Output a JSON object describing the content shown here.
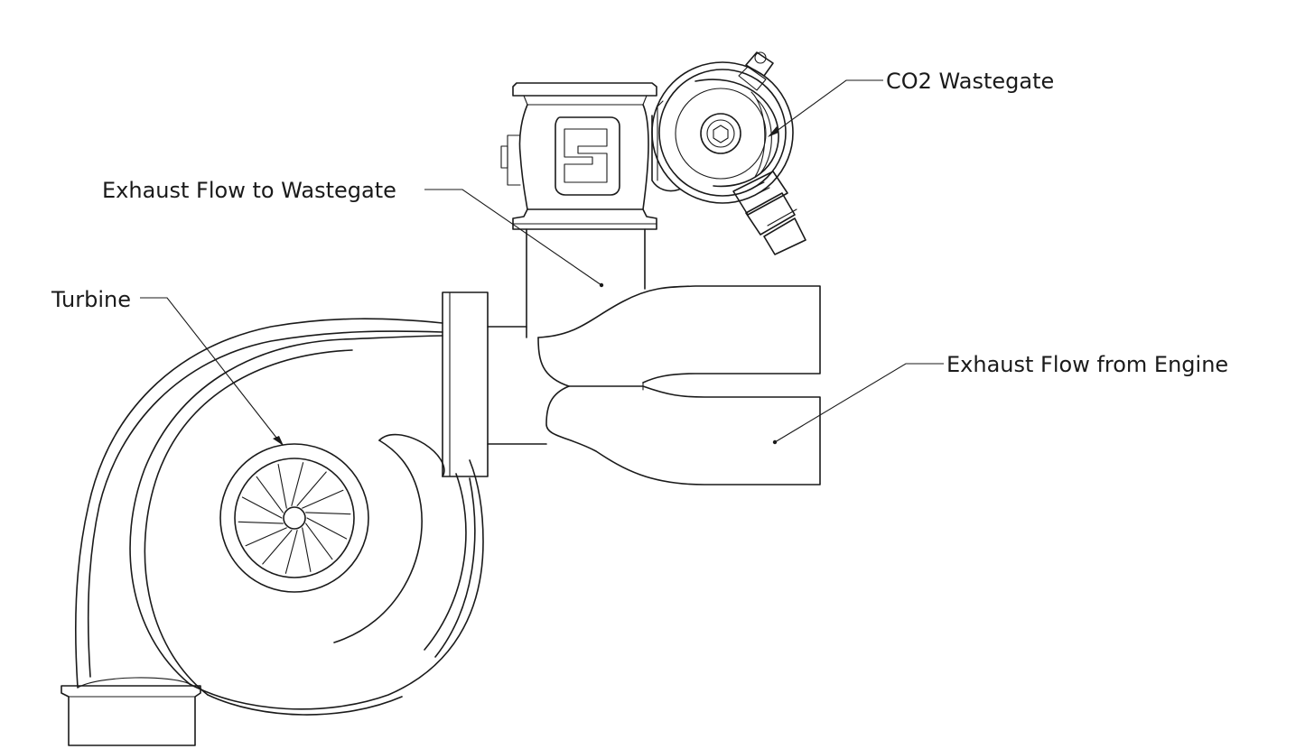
{
  "callouts": {
    "co2_wastegate": "CO2 Wastegate",
    "exhaust_flow_to_wastegate": "Exhaust Flow to Wastegate",
    "turbine": "Turbine",
    "exhaust_flow_from_engine": "Exhaust Flow from Engine"
  },
  "colors": {
    "line": "#1a1a1a",
    "background": "#ffffff"
  }
}
